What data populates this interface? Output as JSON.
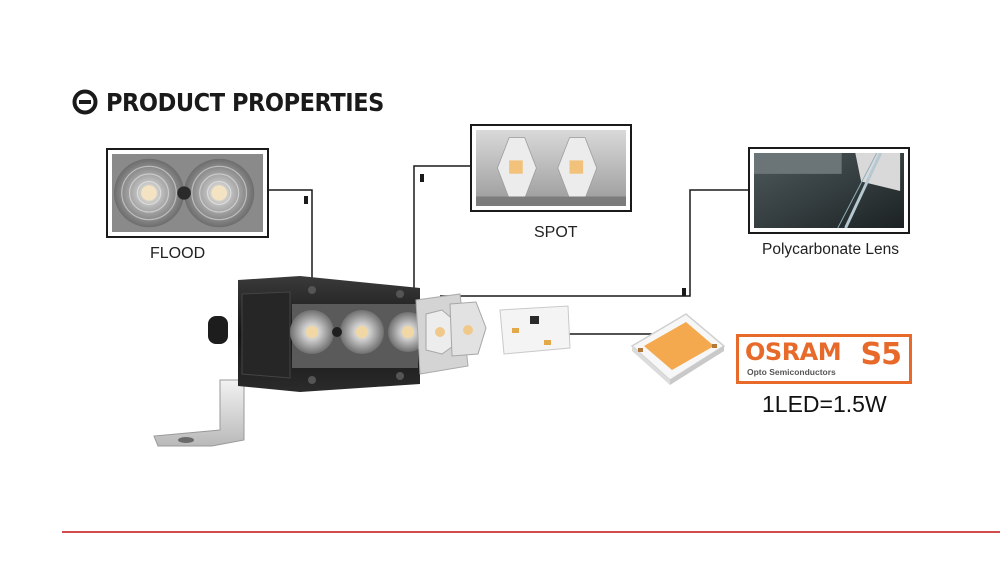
{
  "section": {
    "title": "PRODUCT PROPERTIES",
    "icon": "circle-target-icon"
  },
  "callouts": {
    "flood": {
      "label": "FLOOD"
    },
    "spot": {
      "label": "SPOT"
    },
    "lens": {
      "label": "Polycarbonate Lens"
    }
  },
  "led": {
    "brand": "OSRAM",
    "model": "S5",
    "tagline": "Opto Semiconductors",
    "power": "1LED=1.5W",
    "chip_color": "#f4a94e"
  },
  "colors": {
    "accent": "#e86a2a",
    "divider": "#d24b4f",
    "line": "#1a1a1a"
  }
}
